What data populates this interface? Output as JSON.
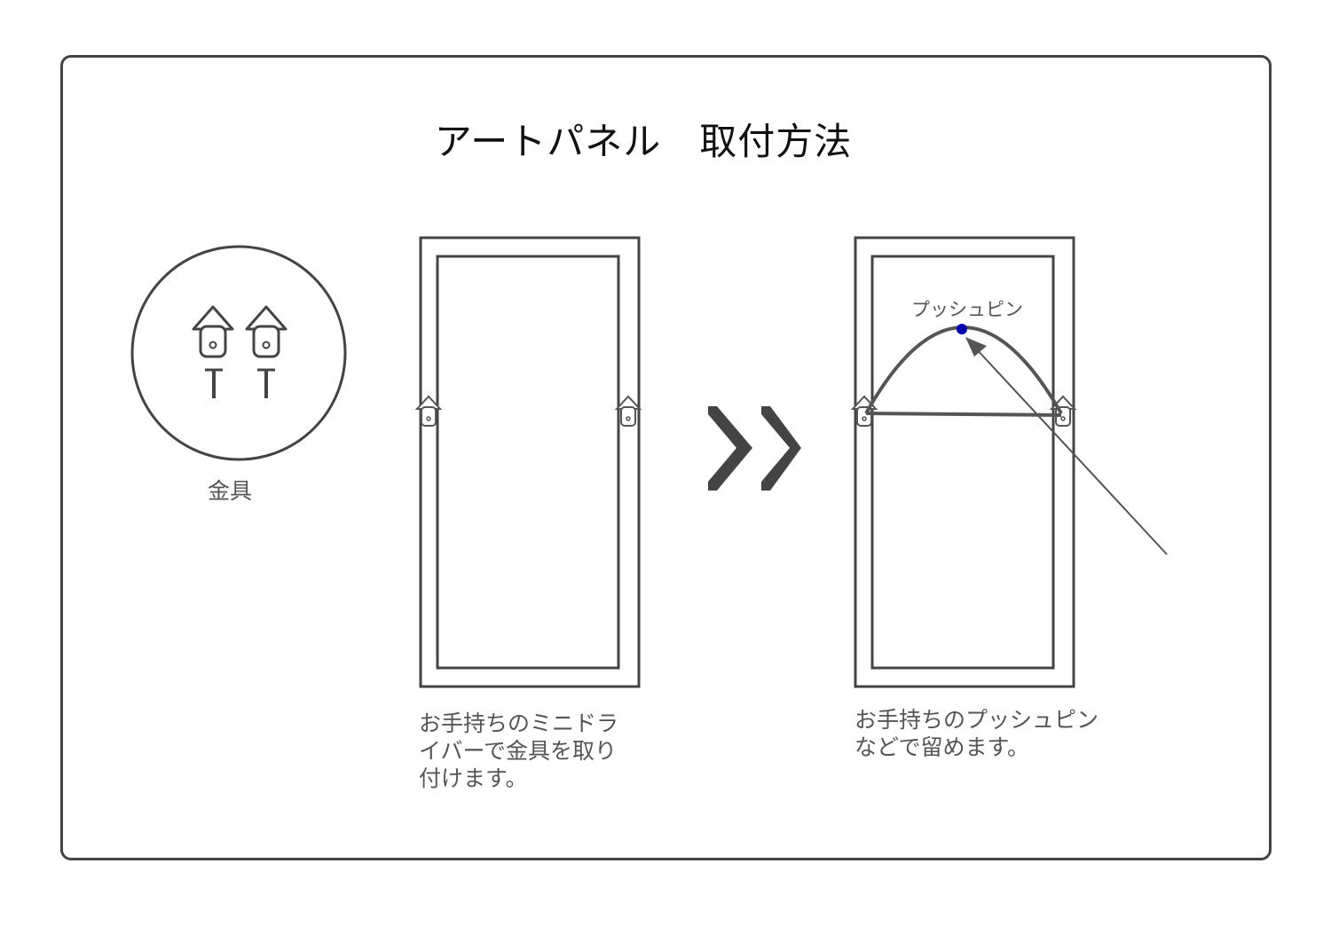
{
  "title": "アートパネル　取付方法",
  "hardware": {
    "label": "金具"
  },
  "step1": {
    "caption_lines": [
      "お手持ちのミニドラ",
      "イバーで金具を取り",
      "付けます。"
    ]
  },
  "step2": {
    "pin_label": "プッシュピン",
    "caption_lines": [
      "お手持ちのプッシュピン",
      "などで留めます。"
    ]
  },
  "colors": {
    "line": "#444444",
    "pin": "#0000aa"
  }
}
